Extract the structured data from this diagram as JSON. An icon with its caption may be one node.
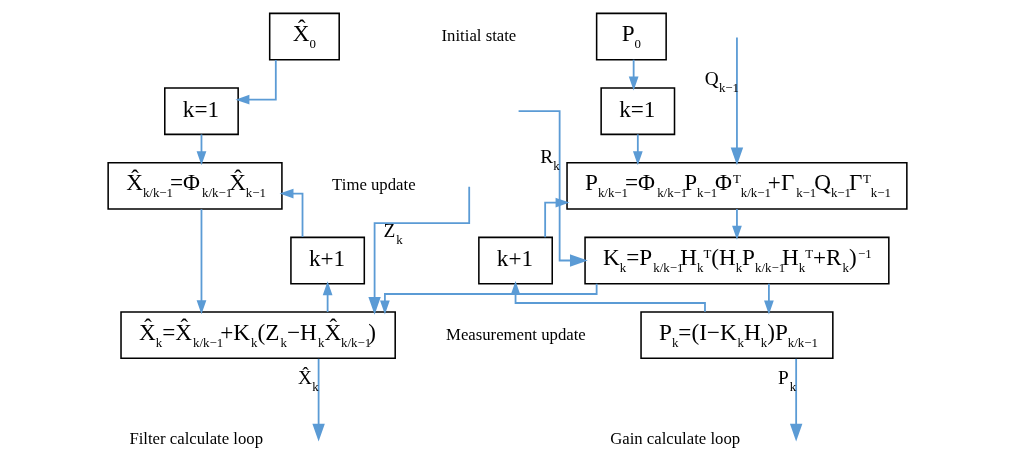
{
  "diagram": {
    "nodes": [
      {
        "text": [
          "X̂$_{0}$"
        ]
      },
      {
        "text": [
          "k=1"
        ]
      },
      {
        "text": [
          "X̂$_{k/k−1}$=Φ$_{k/k−1}$X̂$_{k−1}$"
        ]
      },
      {
        "text": [
          "k+1"
        ]
      },
      {
        "text": [
          "X̂$_{k}$=X̂$_{k/k−1}$+K$_{k}$(Z$_{k}$−H$_{k}$X̂$_{k/k−1}$)"
        ]
      },
      {
        "text": [
          "P$_{0}$"
        ]
      },
      {
        "text": [
          "k=1"
        ]
      },
      {
        "text": [
          "P$_{k/k−1}$=Φ$_{k/k−1}$P$_{k−1}$Φ$^{T}$$_{k/k−1}$+Γ$_{k−1}$Q$_{k−1}$Γ$^{T}$$_{k−1}$"
        ]
      },
      {
        "text": [
          "K$_{k}$=P$_{k/k−1}$H$_{k}$$^{T}$(H$_{k}$P$_{k/k−1}$H$_{k}$$^{T}$+R$_{k}$)$^{−1}$"
        ]
      },
      {
        "text": [
          "P$_{k}$=(I−K$_{k}$H$_{k}$)P$_{k/k−1}$"
        ]
      },
      {
        "text": [
          "k+1"
        ]
      }
    ],
    "edges": [
      {
        "from": 0,
        "to": 1,
        "arrow": "to"
      },
      {
        "from": 1,
        "to": 2,
        "arrow": "to"
      },
      {
        "from": 3,
        "to": 2,
        "arrow": "to"
      },
      {
        "from": 2,
        "to": 4,
        "arrow": "to"
      },
      {
        "from": null,
        "to": 4,
        "arrow": "to",
        "label": "Z$_{k}$"
      },
      {
        "from": 8,
        "to": 4,
        "arrow": "to"
      },
      {
        "from": 4,
        "to": 3,
        "arrow": "to"
      },
      {
        "from": 4,
        "to": null,
        "arrow": "to",
        "label": "X̂$_{k}$"
      },
      {
        "from": 5,
        "to": 6,
        "arrow": "to"
      },
      {
        "from": 6,
        "to": 7,
        "arrow": "to"
      },
      {
        "from": 10,
        "to": 7,
        "arrow": "to"
      },
      {
        "from": null,
        "to": 7,
        "arrow": "to",
        "label": "Q$_{k−1}$"
      },
      {
        "from": 7,
        "to": 8,
        "arrow": "to"
      },
      {
        "from": null,
        "to": 8,
        "arrow": "to",
        "label": "R$_{k}$"
      },
      {
        "from": 8,
        "to": 9,
        "arrow": "to"
      },
      {
        "from": 9,
        "to": 10,
        "arrow": "to"
      },
      {
        "from": 9,
        "to": null,
        "arrow": "to",
        "label": "P$_{k}$"
      }
    ],
    "labels": [
      "Initial state",
      "Time update",
      "Measurement update",
      "Filter calculate loop",
      "Gain calculate loop"
    ]
  }
}
